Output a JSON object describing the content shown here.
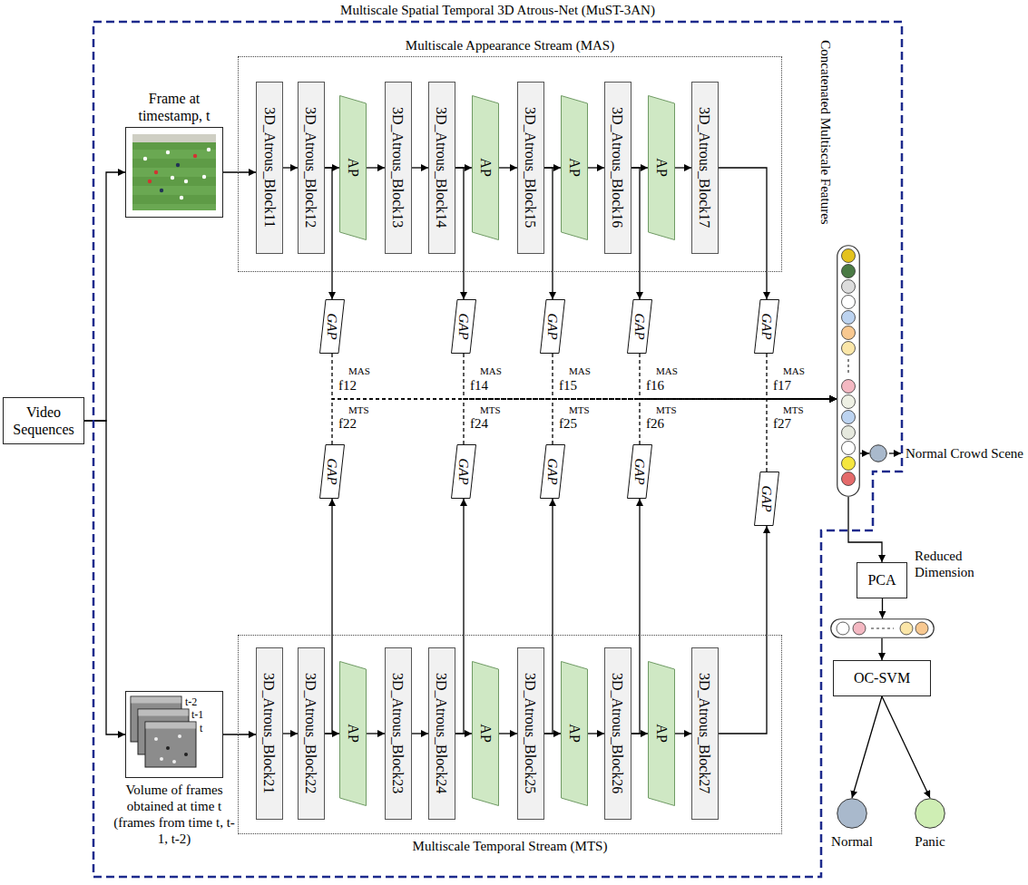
{
  "diagram": {
    "nodes": [
      {
        "text": [
          "Multiscale Spatial Temporal 3D Atrous-Net (MuST-3AN)"
        ]
      },
      {
        "text": [
          "Video Sequences"
        ]
      },
      {
        "text": [
          "Frame at timestamp, t"
        ],
        "in": 0
      },
      {
        "text": [
          "Multiscale Appearance Stream (MAS)"
        ],
        "in": 0
      },
      {
        "text": [
          "3D_Atrous_Block11"
        ],
        "in": 3
      },
      {
        "text": [
          "3D_Atrous_Block12"
        ],
        "in": 3
      },
      {
        "text": [
          "AP"
        ],
        "in": 3
      },
      {
        "text": [
          "3D_Atrous_Block13"
        ],
        "in": 3
      },
      {
        "text": [
          "3D_Atrous_Block14"
        ],
        "in": 3
      },
      {
        "text": [
          "AP"
        ],
        "in": 3
      },
      {
        "text": [
          "3D_Atrous_Block15"
        ],
        "in": 3
      },
      {
        "text": [
          "AP"
        ],
        "in": 3
      },
      {
        "text": [
          "3D_Atrous_Block16"
        ],
        "in": 3
      },
      {
        "text": [
          "AP"
        ],
        "in": 3
      },
      {
        "text": [
          "3D_Atrous_Block17"
        ],
        "in": 3
      },
      {
        "text": [
          "GAP"
        ],
        "in": 0
      },
      {
        "text": [
          "GAP"
        ],
        "in": 0
      },
      {
        "text": [
          "GAP"
        ],
        "in": 0
      },
      {
        "text": [
          "GAP"
        ],
        "in": 0
      },
      {
        "text": [
          "GAP"
        ],
        "in": 0
      },
      {
        "text": [
          "Concatenated Multiscale Features"
        ],
        "in": 0
      },
      {
        "text": [
          "Normal Crowd Scene"
        ],
        "in": 0
      },
      {
        "text": [
          "GAP"
        ],
        "in": 0
      },
      {
        "text": [
          "GAP"
        ],
        "in": 0
      },
      {
        "text": [
          "GAP"
        ],
        "in": 0
      },
      {
        "text": [
          "GAP"
        ],
        "in": 0
      },
      {
        "text": [
          "GAP"
        ],
        "in": 0
      },
      {
        "text": [
          "Volume of frames obtained at time t (frames from time t, t-1, t-2)"
        ],
        "in": 0
      },
      {
        "text": [
          "Multiscale Temporal Stream (MTS)"
        ],
        "in": 0
      },
      {
        "text": [
          "3D_Atrous_Block21"
        ],
        "in": 28
      },
      {
        "text": [
          "3D_Atrous_Block22"
        ],
        "in": 28
      },
      {
        "text": [
          "AP"
        ],
        "in": 28
      },
      {
        "text": [
          "3D_Atrous_Block23"
        ],
        "in": 28
      },
      {
        "text": [
          "3D_Atrous_Block24"
        ],
        "in": 28
      },
      {
        "text": [
          "AP"
        ],
        "in": 28
      },
      {
        "text": [
          "3D_Atrous_Block25"
        ],
        "in": 28
      },
      {
        "text": [
          "AP"
        ],
        "in": 28
      },
      {
        "text": [
          "3D_Atrous_Block26"
        ],
        "in": 28
      },
      {
        "text": [
          "AP"
        ],
        "in": 28
      },
      {
        "text": [
          "3D_Atrous_Block27"
        ],
        "in": 28
      },
      {
        "text": [
          "PCA"
        ]
      },
      {
        "text": [
          "Reduced Dimension"
        ]
      },
      {
        "text": [
          "OC-SVM"
        ]
      },
      {
        "text": [
          "Normal"
        ]
      },
      {
        "text": [
          "Panic"
        ]
      }
    ],
    "edges": [
      {
        "from": 1,
        "to": 2,
        "arrow": "to"
      },
      {
        "from": 1,
        "to": 27,
        "arrow": "to"
      },
      {
        "from": 2,
        "to": 4,
        "arrow": "to"
      },
      {
        "from": 4,
        "to": 5,
        "arrow": "to"
      },
      {
        "from": 5,
        "to": 6,
        "arrow": "to"
      },
      {
        "from": 6,
        "to": 7,
        "arrow": "to"
      },
      {
        "from": 7,
        "to": 8,
        "arrow": "to"
      },
      {
        "from": 8,
        "to": 9,
        "arrow": "to"
      },
      {
        "from": 9,
        "to": 10,
        "arrow": "to"
      },
      {
        "from": 10,
        "to": 11,
        "arrow": "to"
      },
      {
        "from": 11,
        "to": 12,
        "arrow": "to"
      },
      {
        "from": 12,
        "to": 13,
        "arrow": "to"
      },
      {
        "from": 13,
        "to": 14,
        "arrow": "to"
      },
      {
        "from": 5,
        "to": 15,
        "arrow": "to"
      },
      {
        "from": 8,
        "to": 16,
        "arrow": "to"
      },
      {
        "from": 10,
        "to": 17,
        "arrow": "to"
      },
      {
        "from": 12,
        "to": 18,
        "arrow": "to"
      },
      {
        "from": 14,
        "to": 19,
        "arrow": "to"
      },
      {
        "from": 15,
        "to": 20,
        "arrow": "to"
      },
      {
        "from": 16,
        "to": 20,
        "arrow": "to"
      },
      {
        "from": 17,
        "to": 20,
        "arrow": "to"
      },
      {
        "from": 18,
        "to": 20,
        "arrow": "to"
      },
      {
        "from": 19,
        "to": 20,
        "arrow": "to"
      },
      {
        "from": 22,
        "to": 20,
        "arrow": "to"
      },
      {
        "from": 23,
        "to": 20,
        "arrow": "to"
      },
      {
        "from": 24,
        "to": 20,
        "arrow": "to"
      },
      {
        "from": 25,
        "to": 20,
        "arrow": "to"
      },
      {
        "from": 26,
        "to": 20,
        "arrow": "to"
      },
      {
        "from": 20,
        "to": 21,
        "arrow": "to"
      },
      {
        "from": 27,
        "to": 29,
        "arrow": "to"
      },
      {
        "from": 29,
        "to": 30,
        "arrow": "to"
      },
      {
        "from": 30,
        "to": 31,
        "arrow": "to"
      },
      {
        "from": 31,
        "to": 32,
        "arrow": "to"
      },
      {
        "from": 32,
        "to": 33,
        "arrow": "to"
      },
      {
        "from": 33,
        "to": 34,
        "arrow": "to"
      },
      {
        "from": 34,
        "to": 35,
        "arrow": "to"
      },
      {
        "from": 35,
        "to": 36,
        "arrow": "to"
      },
      {
        "from": 36,
        "to": 37,
        "arrow": "to"
      },
      {
        "from": 37,
        "to": 38,
        "arrow": "to"
      },
      {
        "from": 38,
        "to": 39,
        "arrow": "to"
      },
      {
        "from": 30,
        "to": 22,
        "arrow": "to"
      },
      {
        "from": 33,
        "to": 23,
        "arrow": "to"
      },
      {
        "from": 35,
        "to": 24,
        "arrow": "to"
      },
      {
        "from": 37,
        "to": 25,
        "arrow": "to"
      },
      {
        "from": 39,
        "to": 26,
        "arrow": "to"
      },
      {
        "from": 20,
        "to": 40,
        "arrow": "to"
      },
      {
        "from": 40,
        "to": 41,
        "arrow": "to"
      },
      {
        "from": 41,
        "to": 42,
        "arrow": "to"
      },
      {
        "from": 42,
        "to": 43,
        "arrow": "to"
      },
      {
        "from": 42,
        "to": 44,
        "arrow": "to"
      }
    ],
    "labels": [
      "t-2",
      "t-1",
      "t",
      "MAS",
      "f12",
      "MAS",
      "f14",
      "MAS",
      "f15",
      "MAS",
      "f16",
      "MAS",
      "f17",
      "MTS",
      "f22",
      "MTS",
      "f24",
      "MTS",
      "f25",
      "MTS",
      "f26",
      "MTS",
      "f27"
    ]
  }
}
